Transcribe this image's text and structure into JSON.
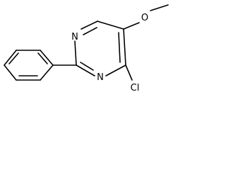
{
  "molecule": {
    "atoms": {
      "n_top": "N",
      "n_bottom": "N",
      "oxygen": "O",
      "chlorine": "Cl"
    }
  }
}
